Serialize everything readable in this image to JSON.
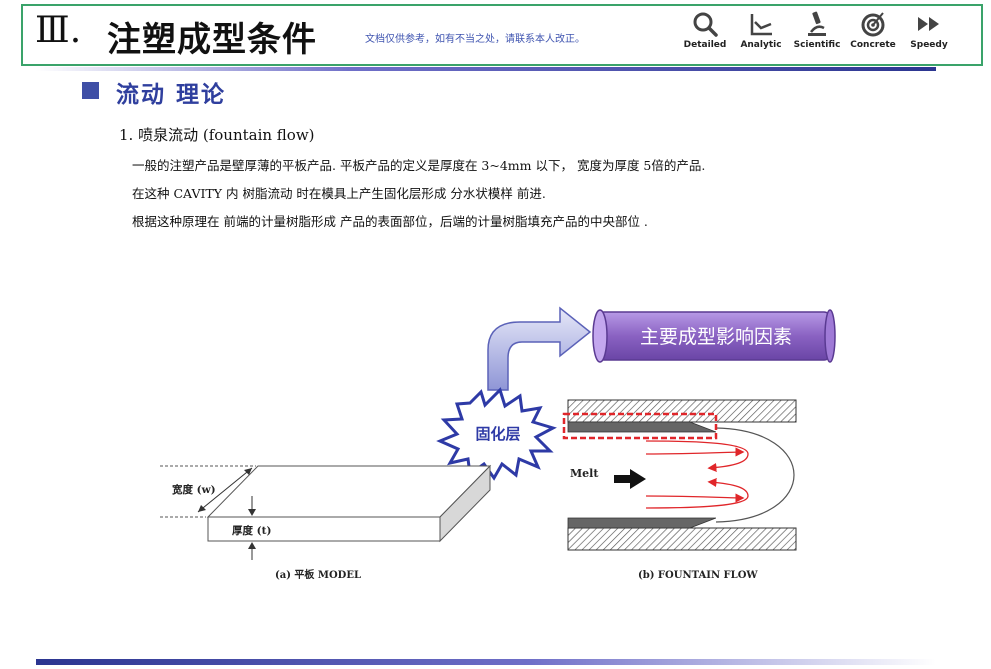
{
  "header": {
    "section_number": "Ⅲ.",
    "title": "注塑成型条件",
    "note": "文档仅供参考，如有不当之处，请联系本人改正。",
    "nav": [
      {
        "label": "Detailed",
        "icon": "magnifier-icon"
      },
      {
        "label": "Analytic",
        "icon": "chart-axis-icon"
      },
      {
        "label": "Scientific",
        "icon": "microscope-icon"
      },
      {
        "label": "Concrete",
        "icon": "target-icon"
      },
      {
        "label": "Speedy",
        "icon": "fast-forward-icon"
      }
    ]
  },
  "section": {
    "title": "流动 理论"
  },
  "content": {
    "subtitle": "1. 喷泉流动 (fountain flow)",
    "lines": [
      "一般的注塑产品是壁厚薄的平板产品. 平板产品的定义是厚度在 3~4mm 以下， 宽度为厚度 5倍的产品.",
      "在这种 CAVITY 内 树脂流动 时在模具上产生固化层形成 分水状模样 前进.",
      "根据这种原理在 前端的计量树脂形成 产品的表面部位，后端的计量树脂填充产品的中央部位 ."
    ]
  },
  "diagram": {
    "banner": "主要成型影响因素",
    "starburst": "固化层",
    "width_label": "宽度 (w)",
    "thickness_label": "厚度 (t)",
    "melt_label": "Melt",
    "caption_a": "(a) 平板 MODEL",
    "caption_b": "(b) FOUNTAIN FLOW"
  },
  "colors": {
    "accent": "#3f4fa6",
    "frame": "#3aa36a",
    "banner": "#8a62c2",
    "dashed": "#e0262a"
  }
}
